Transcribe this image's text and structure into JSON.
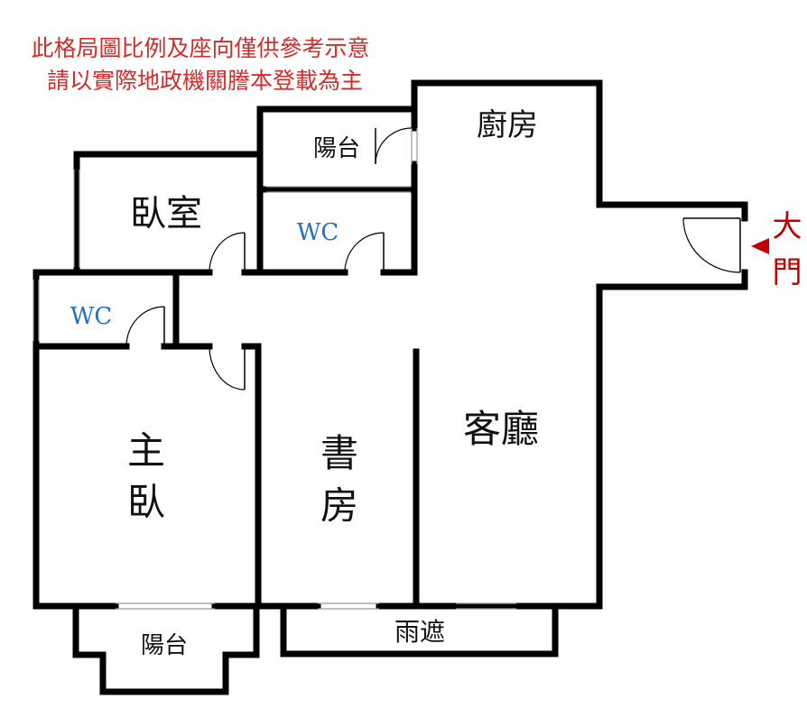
{
  "notice": {
    "line1": "此格局圖比例及座向僅供參考示意",
    "line2": "請以實際地政機關謄本登載為主"
  },
  "rooms": {
    "kitchen": "廚房",
    "balcony_top": "陽台",
    "bedroom": "臥室",
    "wc_upper": "WC",
    "wc_left": "WC",
    "master_line1": "主",
    "master_line2": "臥",
    "study_line1": "書",
    "study_line2": "房",
    "living_room": "客廳",
    "balcony_bottom": "陽台",
    "canopy": "雨遮"
  },
  "entrance": {
    "line1": "大",
    "line2": "門"
  },
  "colors": {
    "notice": "#d22b2b",
    "wc": "#1f6fc4",
    "entrance": "#c00000",
    "wall": "#000000"
  }
}
